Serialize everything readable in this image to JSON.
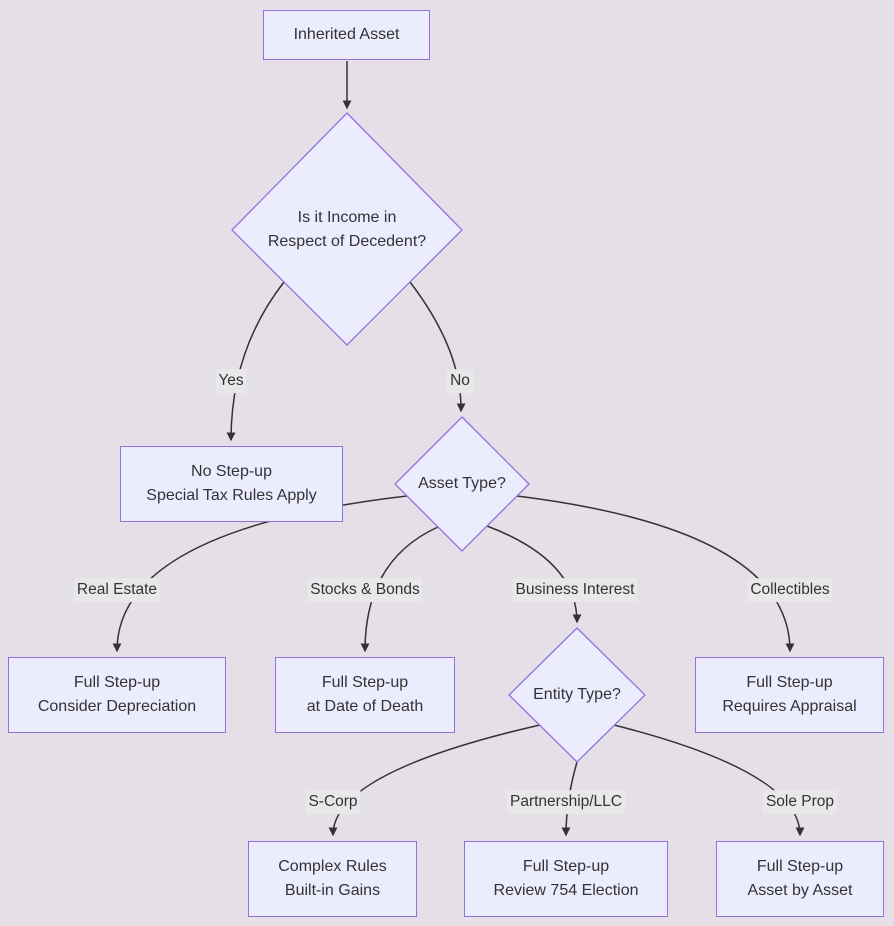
{
  "diagram": {
    "type": "flowchart",
    "direction": "top-down",
    "colors": {
      "background": "#e5dfe8",
      "node_fill": "#ECECFF",
      "node_border": "#9370DB",
      "edge_line": "#333333",
      "edge_label_bg": "#e8e8e8",
      "text": "#333333"
    },
    "nodes": {
      "inherited_asset": {
        "shape": "rect",
        "label": "Inherited Asset"
      },
      "ird_question": {
        "shape": "diamond",
        "lines": [
          "Is it Income in",
          "Respect of Decedent?"
        ]
      },
      "no_stepup": {
        "shape": "rect",
        "lines": [
          "No Step-up",
          "Special Tax Rules Apply"
        ]
      },
      "asset_type": {
        "shape": "diamond",
        "label": "Asset Type?"
      },
      "full_stepup_depreciation": {
        "shape": "rect",
        "lines": [
          "Full Step-up",
          "Consider Depreciation"
        ]
      },
      "full_stepup_date_of_death": {
        "shape": "rect",
        "lines": [
          "Full Step-up",
          "at Date of Death"
        ]
      },
      "entity_type": {
        "shape": "diamond",
        "label": "Entity Type?"
      },
      "full_stepup_appraisal": {
        "shape": "rect",
        "lines": [
          "Full Step-up",
          "Requires Appraisal"
        ]
      },
      "complex_rules": {
        "shape": "rect",
        "lines": [
          "Complex Rules",
          "Built-in Gains"
        ]
      },
      "full_stepup_754": {
        "shape": "rect",
        "lines": [
          "Full Step-up",
          "Review 754 Election"
        ]
      },
      "full_stepup_asset_by_asset": {
        "shape": "rect",
        "lines": [
          "Full Step-up",
          "Asset by Asset"
        ]
      }
    },
    "edges": [
      {
        "from": "inherited_asset",
        "to": "ird_question",
        "label": ""
      },
      {
        "from": "ird_question",
        "to": "no_stepup",
        "label": "Yes"
      },
      {
        "from": "ird_question",
        "to": "asset_type",
        "label": "No"
      },
      {
        "from": "asset_type",
        "to": "full_stepup_depreciation",
        "label": "Real Estate"
      },
      {
        "from": "asset_type",
        "to": "full_stepup_date_of_death",
        "label": "Stocks & Bonds"
      },
      {
        "from": "asset_type",
        "to": "entity_type",
        "label": "Business Interest"
      },
      {
        "from": "asset_type",
        "to": "full_stepup_appraisal",
        "label": "Collectibles"
      },
      {
        "from": "entity_type",
        "to": "complex_rules",
        "label": "S-Corp"
      },
      {
        "from": "entity_type",
        "to": "full_stepup_754",
        "label": "Partnership/LLC"
      },
      {
        "from": "entity_type",
        "to": "full_stepup_asset_by_asset",
        "label": "Sole Prop"
      }
    ]
  }
}
